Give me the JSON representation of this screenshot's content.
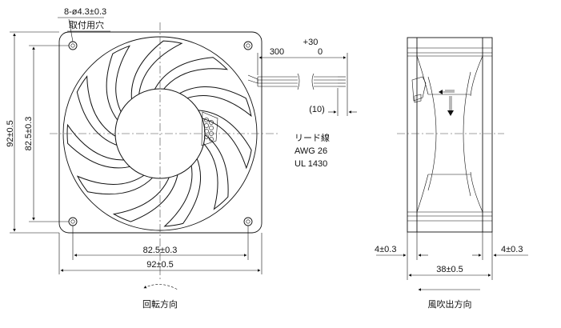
{
  "front_view": {
    "hole_spec": "8-ø4.3±0.3",
    "hole_note": "取付用穴",
    "dim_height_outer": "92±0.5",
    "dim_height_pitch": "82.5±0.3",
    "dim_width_pitch": "82.5±0.3",
    "dim_width_outer": "92±0.5",
    "rotation_label": "回転方向"
  },
  "lead_wire": {
    "length_tol_plus": "+30",
    "length": "300",
    "length_tol_minus": "0",
    "strip": "(10)",
    "spec_lines": [
      "リード線",
      "AWG 26",
      "UL 1430"
    ]
  },
  "side_view": {
    "flange_left": "4±0.3",
    "flange_right": "4±0.3",
    "depth": "38±0.5",
    "airflow_label": "風吹出方向"
  }
}
